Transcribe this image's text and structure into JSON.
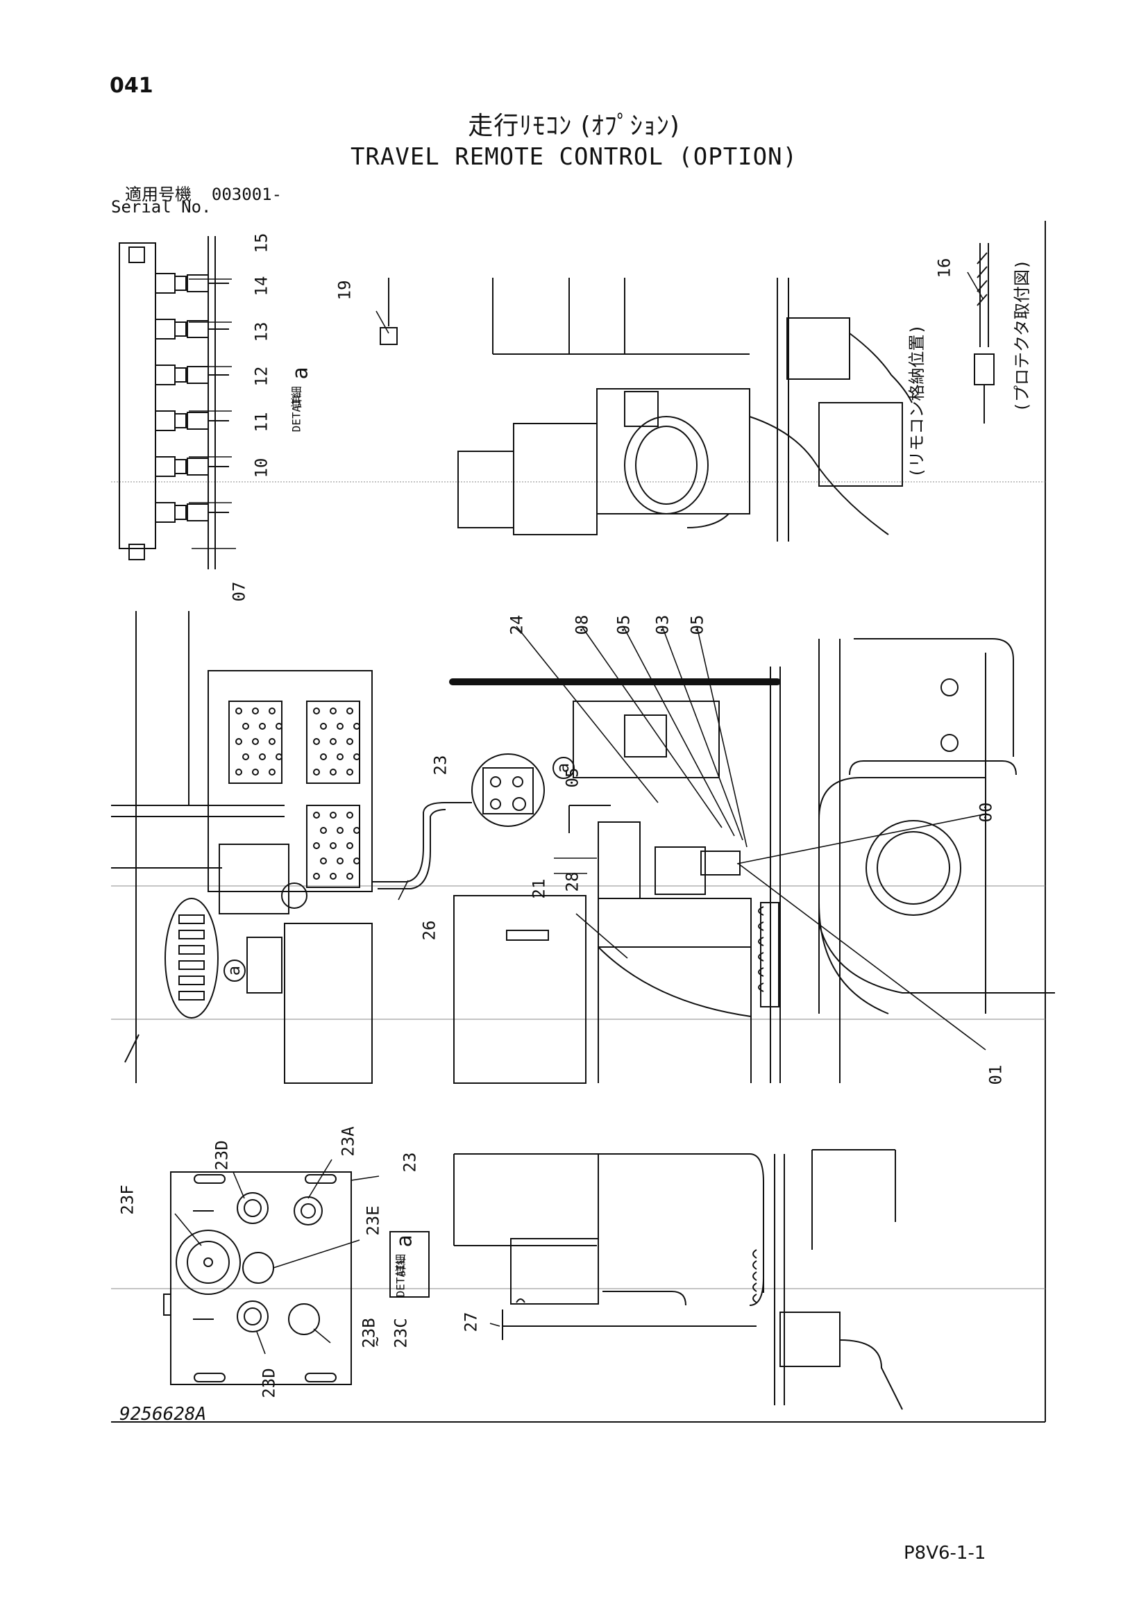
{
  "header": {
    "page_number": "041",
    "title_jp": "走行ﾘﾓｺﾝ (ｵﾌﾟｼｮﾝ)",
    "title_en": "TRAVEL REMOTE CONTROL (OPTION)",
    "serial_label_jp": "適用号機",
    "serial_value": "003001-",
    "serial_label_en": "Serial No."
  },
  "diagram": {
    "detail_label_jp": "詳細",
    "detail_label_en": "DETAIL",
    "detail_letter": "a",
    "note_storage": "(リモコン格納位置)",
    "note_protector": "(プロテクタ取付図)",
    "callouts_top_left": [
      "15",
      "14",
      "13",
      "12",
      "11",
      "10",
      "07"
    ],
    "callouts_top": [
      "19",
      "16"
    ],
    "callouts_middle": [
      "24",
      "08",
      "05",
      "03",
      "05",
      "00",
      "23",
      "05",
      "28",
      "21",
      "26",
      "01"
    ],
    "callouts_bottom": [
      "23D",
      "23A",
      "23",
      "23F",
      "23E",
      "23B",
      "23C",
      "23D",
      "27"
    ],
    "callout_range_separator": "~",
    "circle_markers": [
      "a",
      "a"
    ]
  },
  "footer": {
    "drawing_number": "9256628A",
    "page_code": "P8V6-1-1"
  }
}
